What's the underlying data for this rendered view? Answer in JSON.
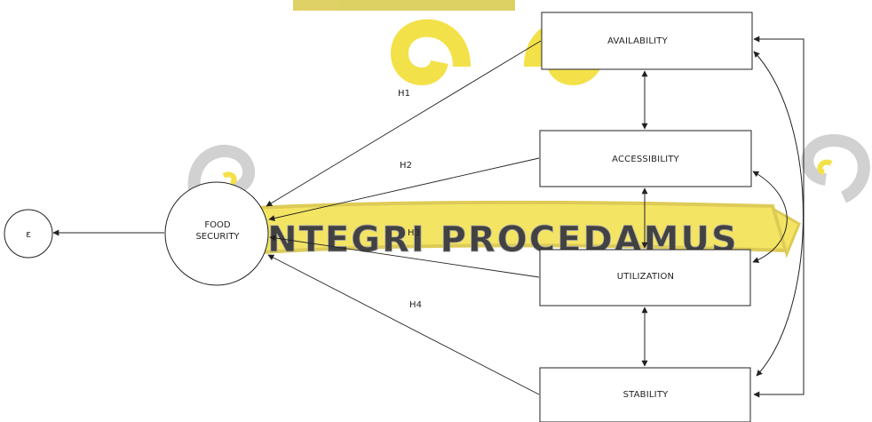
{
  "diagram": {
    "watermark_motto": "INTEGRI PROCEDAMUS",
    "colors": {
      "watermark_yellow": "#f2dc2a",
      "watermark_gray": "#c9c9c9",
      "stroke": "#222222"
    },
    "error_term": {
      "label": "ε"
    },
    "outcome": {
      "line1": "FOOD",
      "line2": "SECURITY"
    },
    "dimensions": [
      {
        "label": "AVAILABILITY"
      },
      {
        "label": "ACCESSIBILITY"
      },
      {
        "label": "UTILIZATION"
      },
      {
        "label": "STABILITY"
      }
    ],
    "hypotheses": [
      {
        "label": "H1"
      },
      {
        "label": "H2"
      },
      {
        "label": "H3"
      },
      {
        "label": "H4"
      }
    ]
  }
}
